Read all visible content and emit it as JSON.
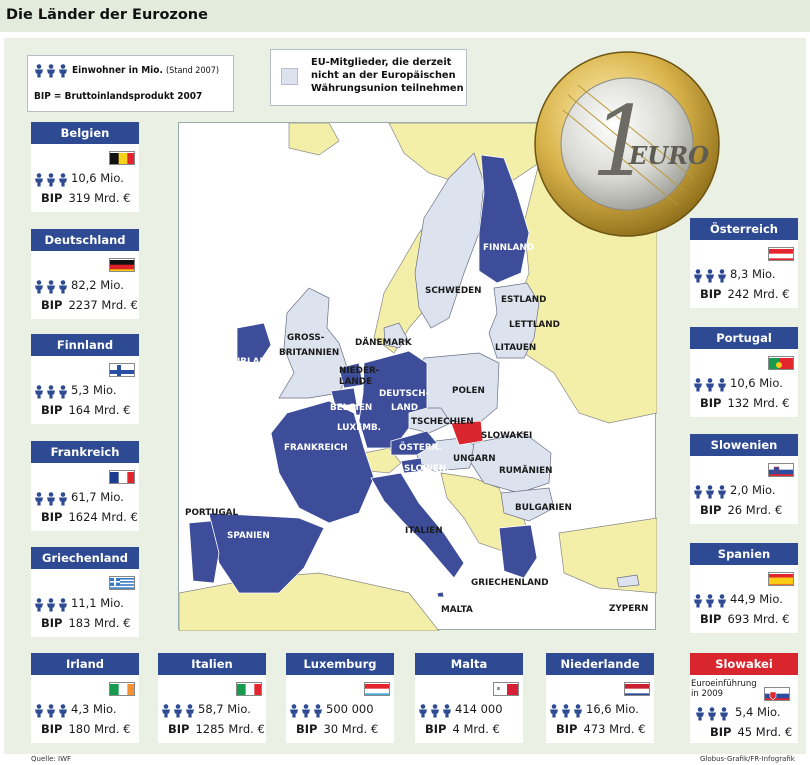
{
  "title": "Die Länder der Eurozone",
  "legend": {
    "population_label": "Einwohner in Mio.",
    "population_note": "(Stand 2007)",
    "gdp_definition": "BIP = Bruttoinlandsprodukt 2007",
    "non_euro_description": "EU-Mitglieder, die derzeit nicht an der Europäischen Währungsunion teilnehmen"
  },
  "coin": {
    "numeral": "1",
    "word": "EURO"
  },
  "bip_label": "BIP",
  "countries": [
    {
      "name": "Belgien",
      "population": "10,6 Mio.",
      "gdp": "319 Mrd. €",
      "flag": "be"
    },
    {
      "name": "Deutschland",
      "population": "82,2 Mio.",
      "gdp": "2237 Mrd. €",
      "flag": "de"
    },
    {
      "name": "Finnland",
      "population": "5,3 Mio.",
      "gdp": "164 Mrd. €",
      "flag": "fi"
    },
    {
      "name": "Frankreich",
      "population": "61,7 Mio.",
      "gdp": "1624 Mrd. €",
      "flag": "fr"
    },
    {
      "name": "Griechenland",
      "population": "11,1 Mio.",
      "gdp": "183 Mrd. €",
      "flag": "gr"
    },
    {
      "name": "Irland",
      "population": "4,3 Mio.",
      "gdp": "180 Mrd. €",
      "flag": "ie"
    },
    {
      "name": "Italien",
      "population": "58,7 Mio.",
      "gdp": "1285 Mrd. €",
      "flag": "it"
    },
    {
      "name": "Luxemburg",
      "population": "500 000",
      "gdp": "30 Mrd. €",
      "flag": "lu"
    },
    {
      "name": "Malta",
      "population": "414 000",
      "gdp": "4 Mrd. €",
      "flag": "mt"
    },
    {
      "name": "Niederlande",
      "population": "16,6 Mio.",
      "gdp": "473 Mrd. €",
      "flag": "nl"
    },
    {
      "name": "Österreich",
      "population": "8,3 Mio.",
      "gdp": "242 Mrd. €",
      "flag": "at"
    },
    {
      "name": "Portugal",
      "population": "10,6 Mio.",
      "gdp": "132 Mrd. €",
      "flag": "pt"
    },
    {
      "name": "Slowenien",
      "population": "2,0 Mio.",
      "gdp": "26 Mrd. €",
      "flag": "si"
    },
    {
      "name": "Spanien",
      "population": "44,9 Mio.",
      "gdp": "693 Mrd. €",
      "flag": "es"
    },
    {
      "name": "Slowakei",
      "population": "5,4 Mio.",
      "gdp": "45 Mrd. €",
      "flag": "sk",
      "note": "Euroeinführung in 2009"
    }
  ],
  "map_labels": {
    "finnland": "FINNLAND",
    "schweden": "SCHWEDEN",
    "estland": "ESTLAND",
    "lettland": "LETTLAND",
    "litauen": "LITAUEN",
    "gross": "GROSS-",
    "britannien": "BRITANNIEN",
    "irland": "IRLAND",
    "daenemark": "DÄNEMARK",
    "nieder": "NIEDER-",
    "lande": "LANDE",
    "belgien": "BELGIEN",
    "luxemb": "LUXEMB.",
    "deutsch": "DEUTSCH-",
    "land": "LAND",
    "polen": "POLEN",
    "tschechien": "TSCHECHIEN",
    "slowakei": "SLOWAKEI",
    "frankreich": "FRANKREICH",
    "oesterr": "ÖSTERR.",
    "slowen": "SLOWEN.",
    "ungarn": "UNGARN",
    "rumaenien": "RUMÄNIEN",
    "portugal": "PORTUGAL",
    "spanien": "SPANIEN",
    "bulgarien": "BULGARIEN",
    "italien": "ITALIEN",
    "griechenland": "GRIECHENLAND",
    "malta": "MALTA",
    "zypern": "ZYPERN"
  },
  "colors": {
    "euro_member": "#3d4d99",
    "eu_non_euro": "#dde2ef",
    "non_eu": "#f4efa8",
    "sea": "#ffffff",
    "header_blue": "#2d4a93",
    "slowakei_red": "#d8252e"
  },
  "source": "Quelle: IWF",
  "credit": "Globus-Grafik/FR-Infografik"
}
